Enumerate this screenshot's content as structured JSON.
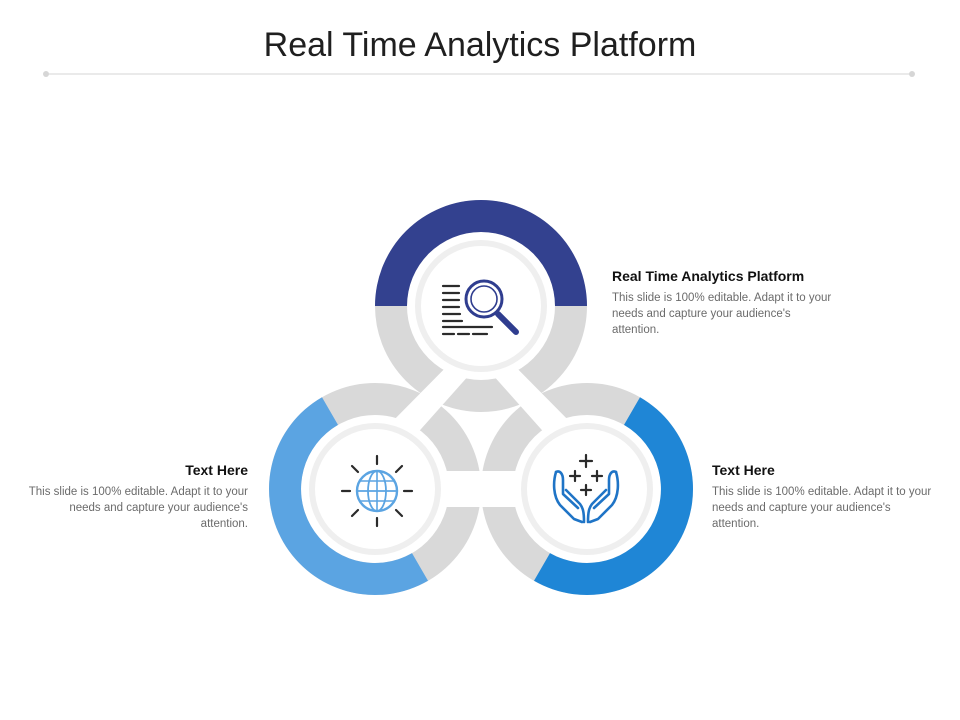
{
  "title": "Real Time Analytics Platform",
  "colors": {
    "top_arc": "#33418f",
    "left_arc": "#5ba4e2",
    "right_arc": "#1f86d6",
    "ring_gray": "#d9d9d9",
    "inner_ring": "#efefef",
    "icon_stroke_top": "#2f3d8f",
    "icon_stroke_left": "#2b2b2b",
    "icon_stroke_right": "#1f74c6"
  },
  "nodes": [
    {
      "id": "top",
      "icon": "magnifier-document-icon",
      "heading": "Real Time Analytics Platform",
      "body": "This slide is 100% editable. Adapt it to your needs and capture your audience's attention."
    },
    {
      "id": "left",
      "icon": "globe-icon",
      "heading": "Text Here",
      "body": "This slide is 100% editable. Adapt it to your needs and capture your audience's attention."
    },
    {
      "id": "right",
      "icon": "hands-sparkle-icon",
      "heading": "Text Here",
      "body": "This slide is 100% editable. Adapt it to your needs and capture your audience's attention."
    }
  ]
}
